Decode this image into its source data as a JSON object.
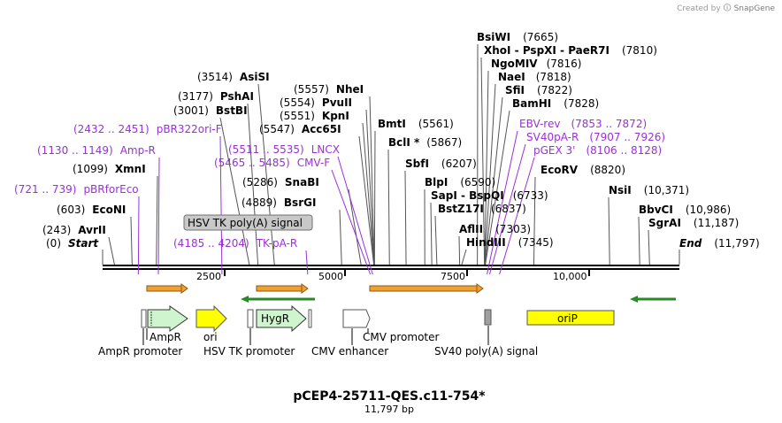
{
  "credit": {
    "prefix": "Created by",
    "brand": "SnapGene"
  },
  "plasmid": {
    "name": "pCEP4-25711-QES.c11-754*",
    "length_label": "11,797 bp",
    "length": 11797
  },
  "ruler": {
    "ticks": [
      {
        "pos": 2500,
        "label": "2500"
      },
      {
        "pos": 5000,
        "label": "5000"
      },
      {
        "pos": 7500,
        "label": "7500"
      },
      {
        "pos": 10000,
        "label": "10,000"
      }
    ]
  },
  "sites": [
    {
      "name": "Start",
      "coord": "(0)",
      "pos": 0,
      "italic": true
    },
    {
      "name": "AvrII",
      "coord": "(243)",
      "pos": 243
    },
    {
      "name": "EcoNI",
      "coord": "(603)",
      "pos": 603
    },
    {
      "name": "XmnI",
      "coord": "(1099)",
      "pos": 1099
    },
    {
      "name": "BstBI",
      "coord": "(3001)",
      "pos": 3001
    },
    {
      "name": "PshAI",
      "coord": "(3177)",
      "pos": 3177
    },
    {
      "name": "AsiSI",
      "coord": "(3514)",
      "pos": 3514
    },
    {
      "name": "BsrGI",
      "coord": "(4889)",
      "pos": 4889
    },
    {
      "name": "SnaBI",
      "coord": "(5286)",
      "pos": 5286
    },
    {
      "name": "Acc65I",
      "coord": "(5547)",
      "pos": 5547
    },
    {
      "name": "KpnI",
      "coord": "(5551)",
      "pos": 5551
    },
    {
      "name": "PvuII",
      "coord": "(5554)",
      "pos": 5554
    },
    {
      "name": "NheI",
      "coord": "(5557)",
      "pos": 5557
    },
    {
      "name": "BmtI",
      "coord": "(5561)",
      "pos": 5561
    },
    {
      "name": "BclI *",
      "coord": "(5867)",
      "pos": 5867
    },
    {
      "name": "SbfI",
      "coord": "(6207)",
      "pos": 6207
    },
    {
      "name": "BlpI",
      "coord": "(6590)",
      "pos": 6590
    },
    {
      "name": "SapI - BspQI",
      "coord": "(6733)",
      "pos": 6733
    },
    {
      "name": "BstZ17I",
      "coord": "(6837)",
      "pos": 6837
    },
    {
      "name": "AflII",
      "coord": "(7303)",
      "pos": 7303
    },
    {
      "name": "HindIII",
      "coord": "(7345)",
      "pos": 7345
    },
    {
      "name": "BsiWI",
      "coord": "(7665)",
      "pos": 7665
    },
    {
      "name": "XhoI - PspXI - PaeR7I",
      "coord": "(7810)",
      "pos": 7810
    },
    {
      "name": "NgoMIV",
      "coord": "(7816)",
      "pos": 7816
    },
    {
      "name": "NaeI",
      "coord": "(7818)",
      "pos": 7818
    },
    {
      "name": "SfiI",
      "coord": "(7822)",
      "pos": 7822
    },
    {
      "name": "BamHI",
      "coord": "(7828)",
      "pos": 7828
    },
    {
      "name": "EcoRV",
      "coord": "(8820)",
      "pos": 8820
    },
    {
      "name": "NsiI",
      "coord": "(10,371)",
      "pos": 10371
    },
    {
      "name": "BbvCI",
      "coord": "(10,986)",
      "pos": 10986
    },
    {
      "name": "SgrAI",
      "coord": "(11,187)",
      "pos": 11187
    },
    {
      "name": "End",
      "coord": "(11,797)",
      "pos": 11797,
      "italic": true
    }
  ],
  "primers": [
    {
      "name": "pBRforEco",
      "coord": "(721 .. 739)",
      "pos": 730
    },
    {
      "name": "Amp-R",
      "coord": "(1130 .. 1149)",
      "pos": 1140
    },
    {
      "name": "pBR322ori-F",
      "coord": "(2432 .. 2451)",
      "pos": 2441
    },
    {
      "name": "CMV-F",
      "coord": "(5465 .. 5485)",
      "pos": 5475
    },
    {
      "name": "LNCX",
      "coord": "(5511 .. 5535)",
      "pos": 5523
    },
    {
      "name": "TK-pA-R",
      "coord": "(4185 .. 4204)",
      "pos": 4195
    },
    {
      "name": "EBV-rev",
      "coord": "(7853 .. 7872)",
      "pos": 7862
    },
    {
      "name": "SV40pA-R",
      "coord": "(7907 .. 7926)",
      "pos": 7916
    },
    {
      "name": "pGEX 3'",
      "coord": "(8106 .. 8128)",
      "pos": 8117
    }
  ],
  "features": [
    {
      "name": "HSV TK poly(A) signal",
      "type": "boxed-label"
    },
    {
      "name": "AmpR",
      "type": "cds"
    },
    {
      "name": "ori",
      "type": "ori"
    },
    {
      "name": "HygR",
      "type": "cds"
    },
    {
      "name": "CMV promoter",
      "type": "promoter"
    },
    {
      "name": "oriP",
      "type": "rep_origin"
    },
    {
      "name": "AmpR promoter",
      "type": "promoter"
    },
    {
      "name": "HSV TK promoter",
      "type": "promoter"
    },
    {
      "name": "CMV enhancer",
      "type": "enhancer"
    },
    {
      "name": "SV40 poly(A) signal",
      "type": "polyA"
    }
  ],
  "colors": {
    "primer": "#9b30d9",
    "orf_fill": "#f0a030",
    "orf_stroke": "#8a5a10",
    "cds_fill": "#cff5cf",
    "ori_fill": "#ffff00",
    "green_arrow": "#2a8a2a",
    "polyA_fill": "#a0a0a0",
    "tk_box": "#c8c8c8"
  }
}
